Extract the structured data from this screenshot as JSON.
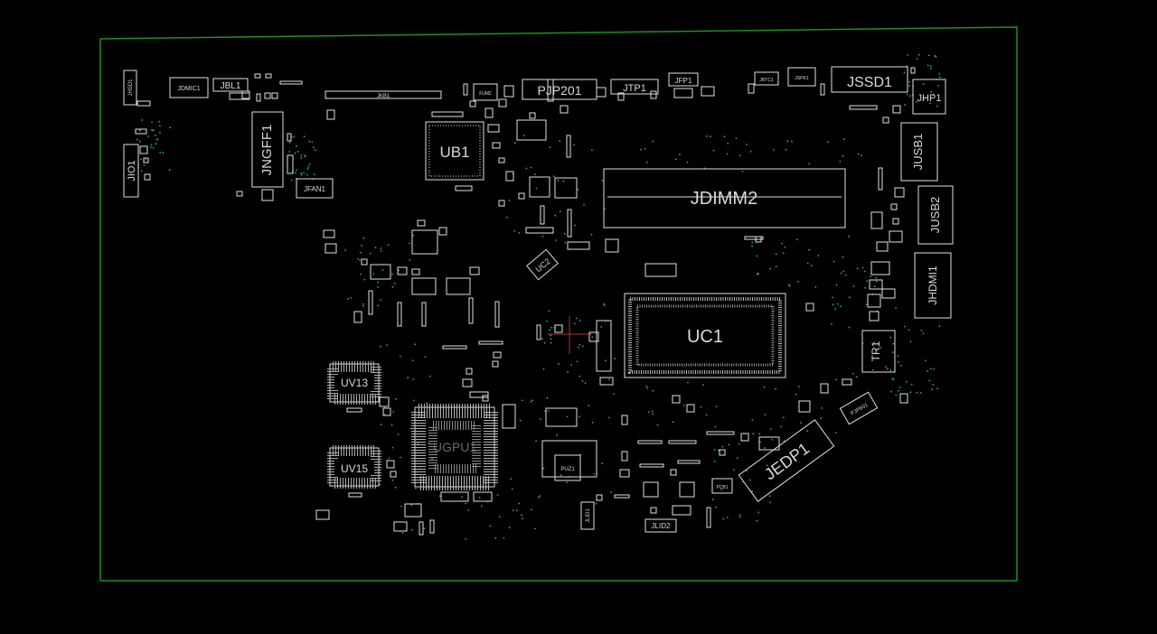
{
  "board": {
    "outline_color": "#1f8f1f",
    "silk_color": "#e0e0e0",
    "via_color": "#2aa5a5",
    "background": "#000000"
  },
  "labels": {
    "jsd01": "JHSD1",
    "jdmic1": "JDMIC1",
    "jbl1": "JBL1",
    "jkb1": "JKB1",
    "fum2": "FUM2",
    "pjp201": "PJP201",
    "jtp1": "JTP1",
    "jfp1": "JFP1",
    "jrtc1": "JRTC1",
    "jspk1": "JSPK1",
    "jssd1": "JSSD1",
    "jhp1": "JHP1",
    "jngff1": "JNGFF1",
    "jio1": "JIO1",
    "jfan1": "JFAN1",
    "ub1": "UB1",
    "jusb1": "JUSB1",
    "jdimm2": "JDIMM2",
    "jusb2": "JUSB2",
    "uc2": "UC2",
    "jhdmi1": "JHDMI1",
    "uc1": "UC1",
    "tr1": "TR1",
    "uv13": "UV13",
    "ugpu1": "UGPU1",
    "pjp601": "PJP601",
    "jedp1": "JEDP1",
    "uv15": "UV15",
    "puz1": "PUZ1",
    "pcb1": "PCB1",
    "jlid1": "JLID1",
    "jlid2": "JLID2"
  }
}
